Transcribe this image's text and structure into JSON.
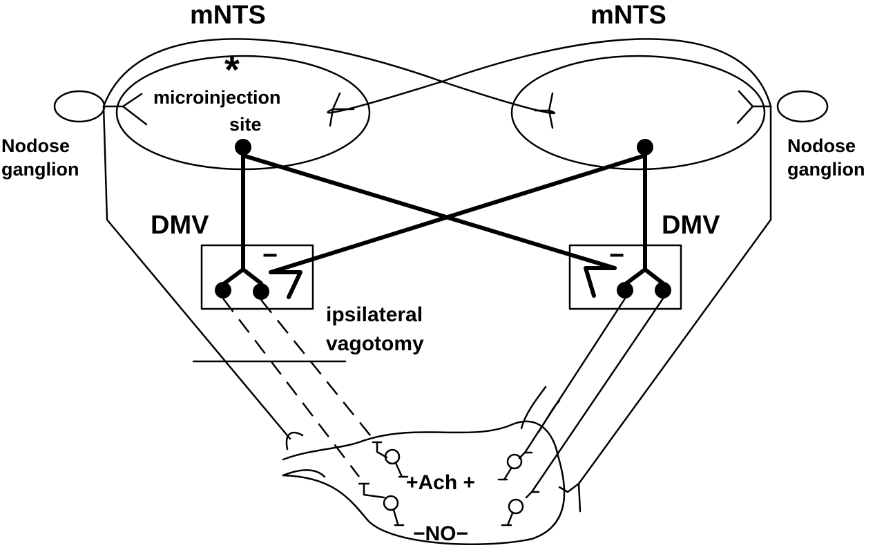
{
  "labels": {
    "mnts_left": "mNTS",
    "mnts_right": "mNTS",
    "asterisk": "*",
    "microinjection_line1": "microinjection",
    "microinjection_line2": "site",
    "nodose_left_line1": "Nodose",
    "nodose_left_line2": "ganglion",
    "nodose_right_line1": "Nodose",
    "nodose_right_line2": "ganglion",
    "dmv_left": "DMV",
    "dmv_right": "DMV",
    "dmv_left_sign": "−",
    "dmv_right_sign": "−",
    "vagotomy_line1": "ipsilateral",
    "vagotomy_line2": "vagotomy",
    "ach_label": "+Ach +",
    "no_label": "−NO−"
  }
}
